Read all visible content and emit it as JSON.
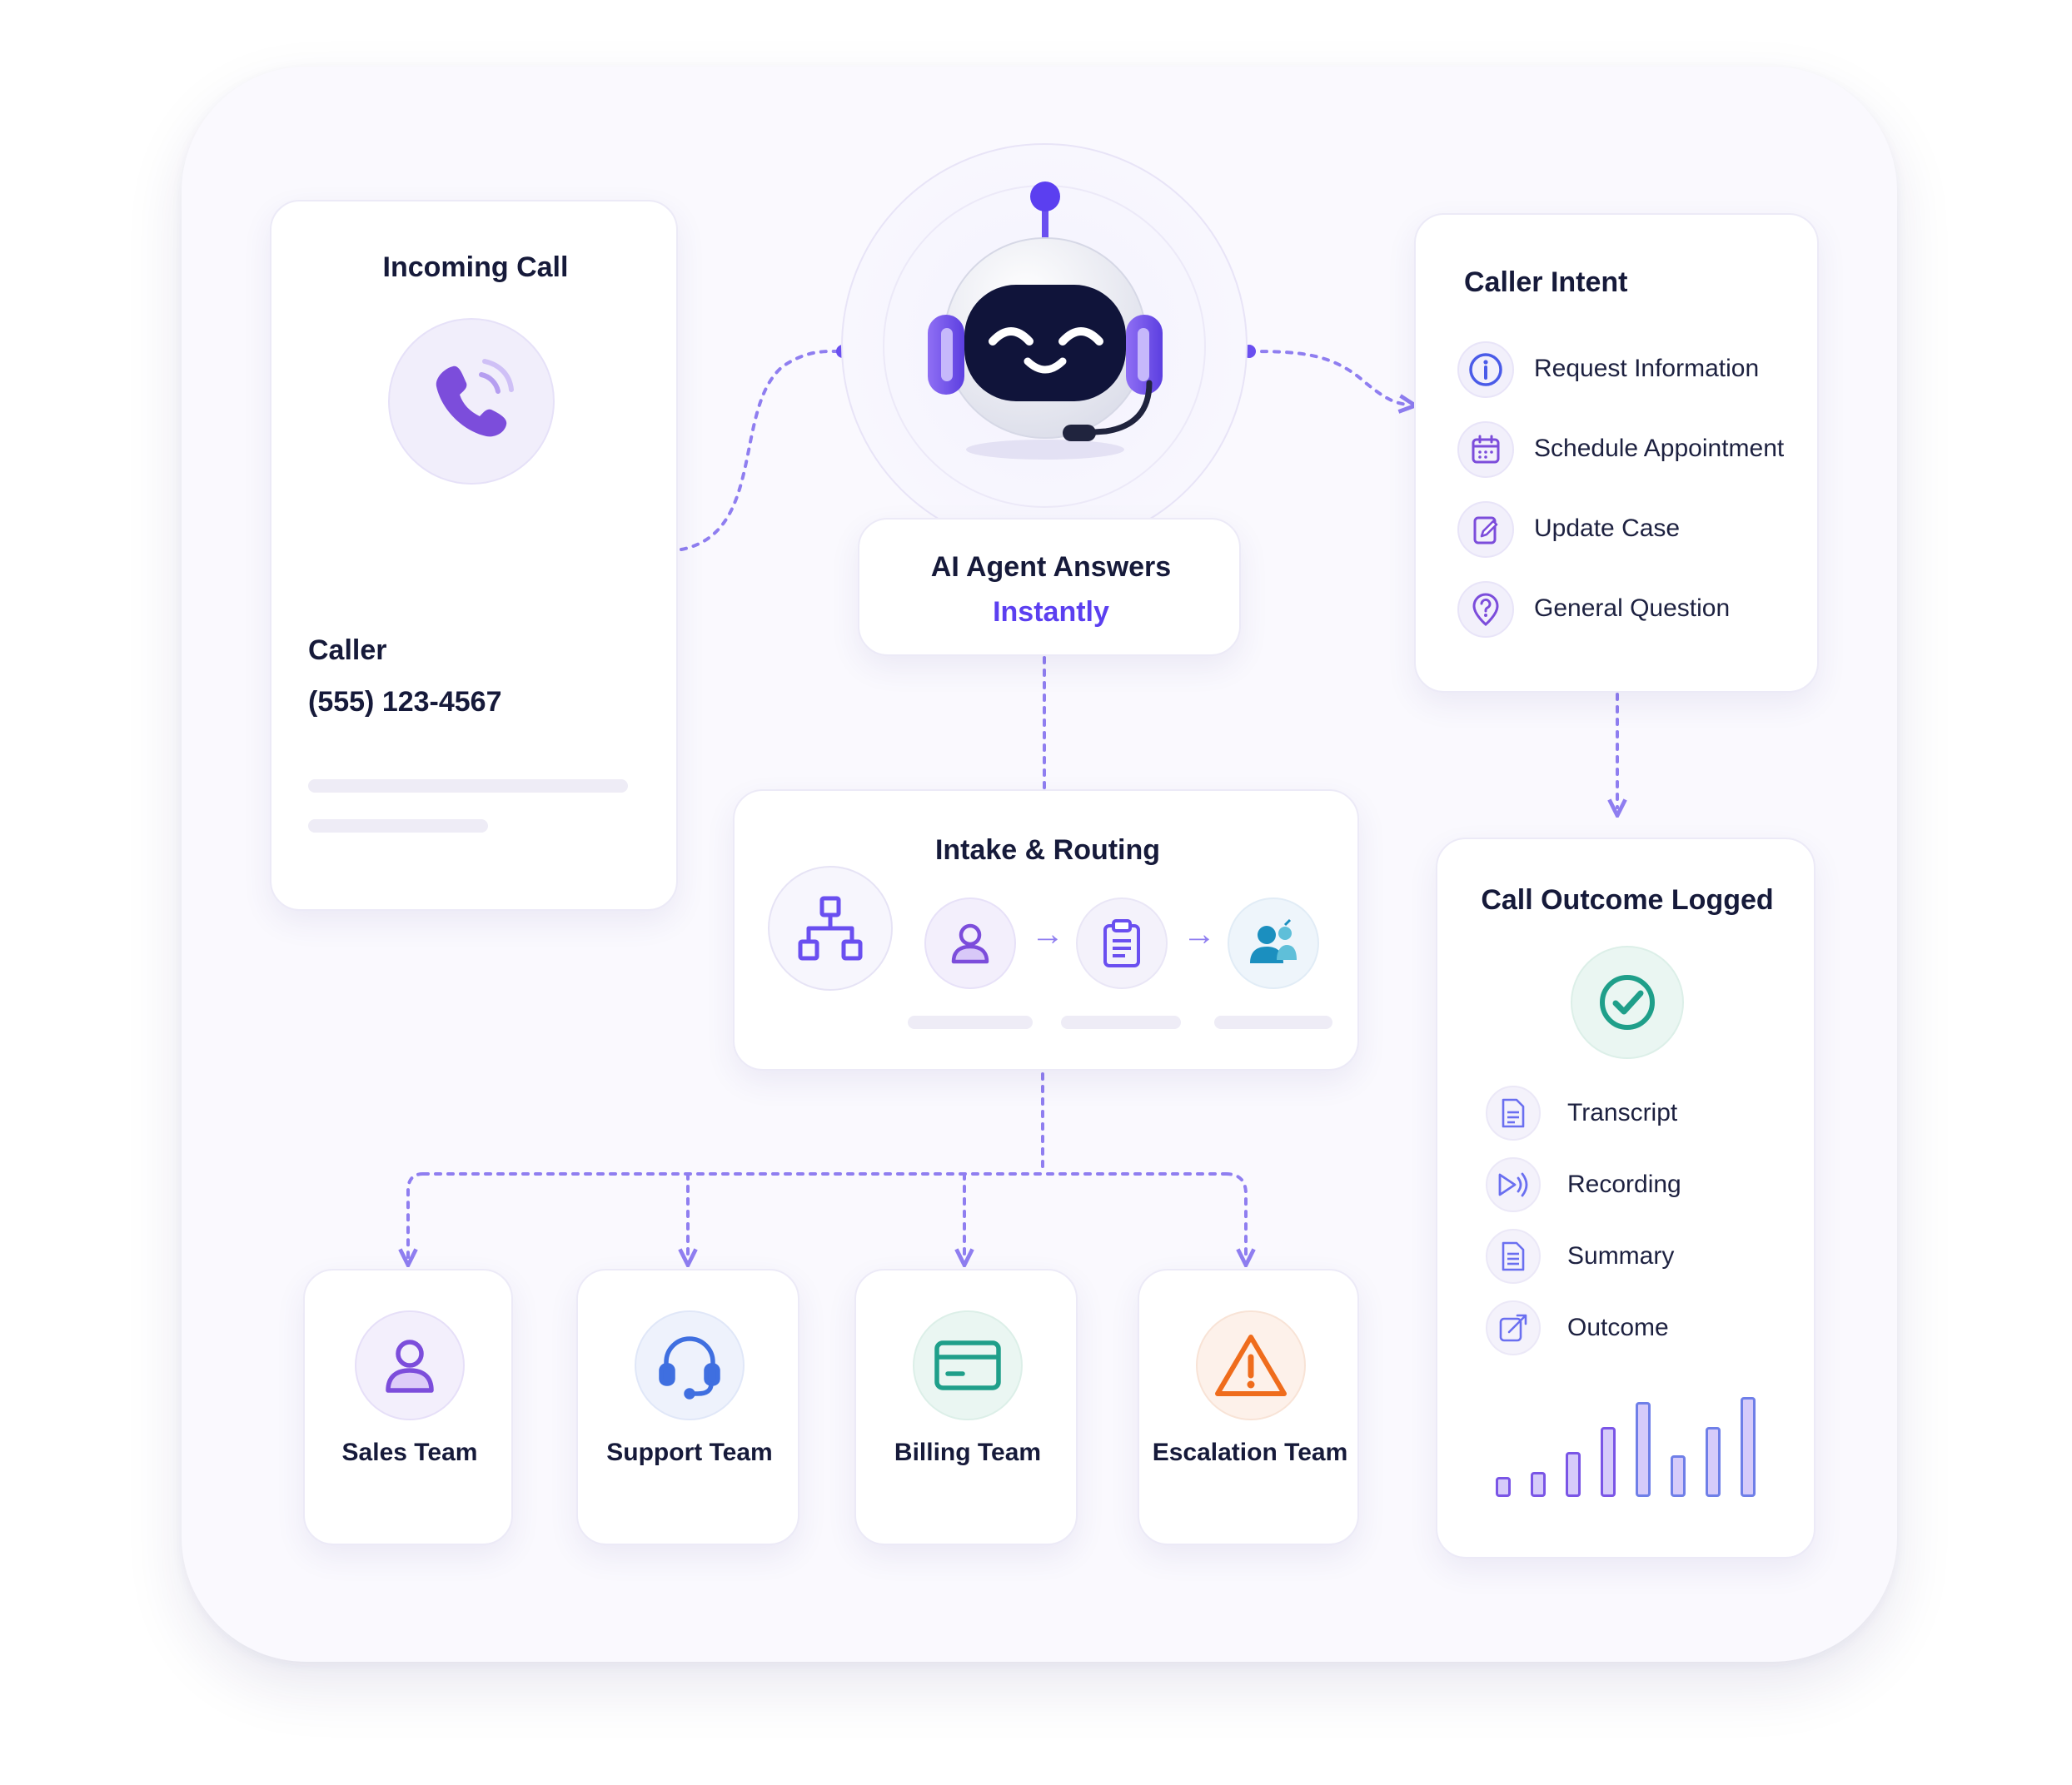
{
  "incoming_call": {
    "title": "Incoming Call",
    "caller_label": "Caller",
    "caller_number": "(555) 123-4567"
  },
  "ai_agent": {
    "line1": "AI Agent Answers",
    "line2": "Instantly"
  },
  "caller_intent": {
    "title": "Caller Intent",
    "items": [
      {
        "label": "Request Information",
        "icon": "info-icon"
      },
      {
        "label": "Schedule Appointment",
        "icon": "calendar-icon"
      },
      {
        "label": "Update Case",
        "icon": "edit-icon"
      },
      {
        "label": "General Question",
        "icon": "question-icon"
      }
    ]
  },
  "intake_routing": {
    "title": "Intake & Routing",
    "icons": [
      "network-icon",
      "person-icon",
      "clipboard-icon",
      "agent-icon"
    ]
  },
  "call_outcome": {
    "title": "Call Outcome Logged",
    "icon": "check-icon",
    "items": [
      {
        "label": "Transcript",
        "icon": "document-icon"
      },
      {
        "label": "Recording",
        "icon": "recording-icon"
      },
      {
        "label": "Summary",
        "icon": "summary-icon"
      },
      {
        "label": "Outcome",
        "icon": "outcome-icon"
      }
    ],
    "bar_levels": [
      0.2,
      0.25,
      0.45,
      0.7,
      0.95,
      0.42,
      0.7,
      1.0
    ]
  },
  "teams": [
    {
      "label": "Sales Team",
      "icon": "person-icon",
      "color": "#7c4ddb"
    },
    {
      "label": "Support Team",
      "icon": "headset-icon",
      "color": "#3f6fe0"
    },
    {
      "label": "Billing Team",
      "icon": "credit-card-icon",
      "color": "#1f9f8a"
    },
    {
      "label": "Escalation Team",
      "icon": "warning-icon",
      "color": "#ef6c1c"
    }
  ],
  "colors": {
    "accent": "#5b3ff0",
    "connector": "#8f7ef0",
    "text": "#161a3a"
  }
}
